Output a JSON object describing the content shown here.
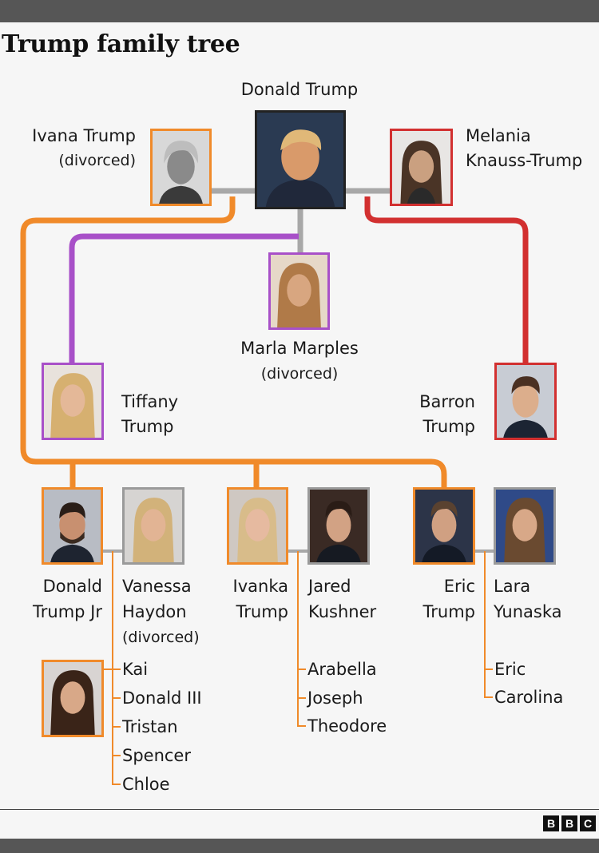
{
  "title": "Trump family tree",
  "colors": {
    "ivana_branch": "#f08a2a",
    "marla_branch": "#a850c8",
    "melania_branch": "#d23030",
    "spouse_line": "#a8a8a8",
    "center_frame": "#222222",
    "spouse_frame": "#9a9a9a"
  },
  "people": {
    "donald_trump": {
      "name": "Donald Trump"
    },
    "ivana": {
      "name": "Ivana Trump",
      "note": "(divorced)"
    },
    "melania": {
      "line1": "Melania",
      "line2": "Knauss-Trump"
    },
    "marla": {
      "name": "Marla Marples",
      "note": "(divorced)"
    },
    "tiffany": {
      "line1": "Tiffany",
      "line2": "Trump"
    },
    "barron": {
      "line1": "Barron",
      "line2": "Trump"
    },
    "don_jr": {
      "line1": "Donald",
      "line2": "Trump Jr"
    },
    "vanessa": {
      "line1": "Vanessa",
      "line2": "Haydon",
      "note": "(divorced)"
    },
    "ivanka": {
      "line1": "Ivanka",
      "line2": "Trump"
    },
    "jared": {
      "line1": "Jared",
      "line2": "Kushner"
    },
    "eric": {
      "line1": "Eric",
      "line2": "Trump"
    },
    "lara": {
      "line1": "Lara",
      "line2": "Yunaska"
    }
  },
  "grandchildren": {
    "don_jr": [
      "Kai",
      "Donald III",
      "Tristan",
      "Spencer",
      "Chloe"
    ],
    "ivanka": [
      "Arabella",
      "Joseph",
      "Theodore"
    ],
    "eric": [
      "Eric",
      "Carolina"
    ]
  },
  "footer": {
    "logo_letters": [
      "B",
      "B",
      "C"
    ]
  }
}
